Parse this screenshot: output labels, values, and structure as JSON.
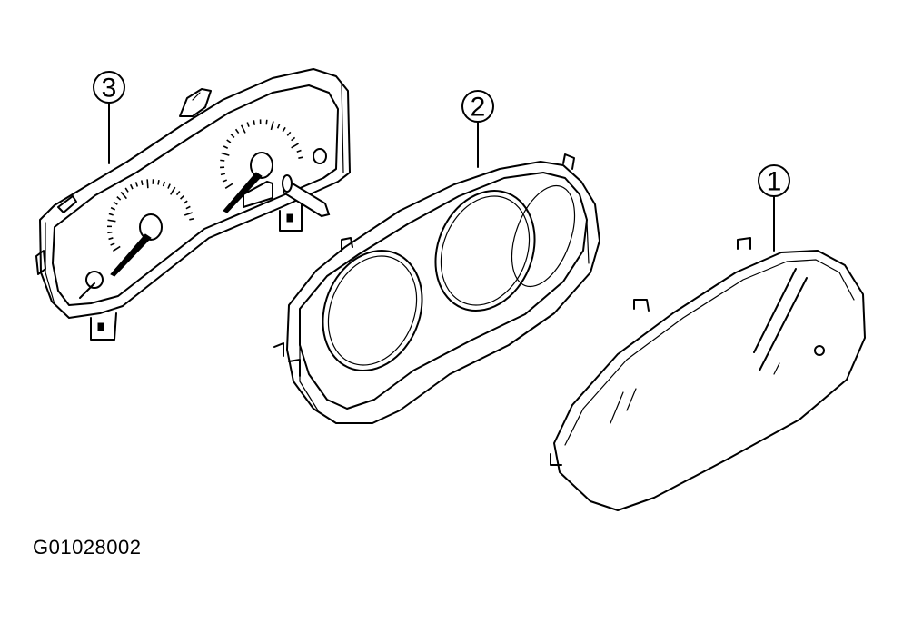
{
  "figure_code": "G01028002",
  "callouts": [
    {
      "id": "1",
      "label": "1"
    },
    {
      "id": "2",
      "label": "2"
    },
    {
      "id": "3",
      "label": "3"
    }
  ]
}
